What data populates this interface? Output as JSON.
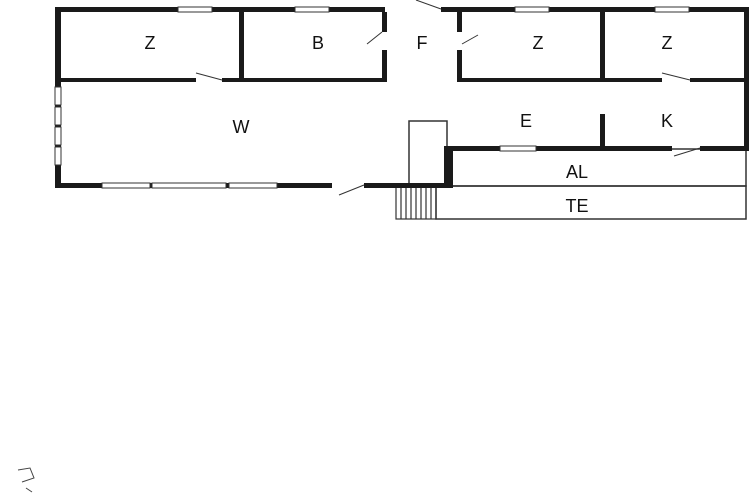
{
  "floor_plan": {
    "rooms": [
      {
        "id": "room-z-1",
        "label": "Z"
      },
      {
        "id": "room-b",
        "label": "B"
      },
      {
        "id": "room-f",
        "label": "F"
      },
      {
        "id": "room-z-2",
        "label": "Z"
      },
      {
        "id": "room-z-3",
        "label": "Z"
      },
      {
        "id": "room-w",
        "label": "W"
      },
      {
        "id": "room-e",
        "label": "E"
      },
      {
        "id": "room-k",
        "label": "K"
      },
      {
        "id": "room-al",
        "label": "AL"
      },
      {
        "id": "room-te",
        "label": "TE"
      }
    ],
    "colors": {
      "wall": "#1a1a1a",
      "thin_line": "#333333",
      "window": "#ffffff",
      "background": "#ffffff"
    }
  }
}
